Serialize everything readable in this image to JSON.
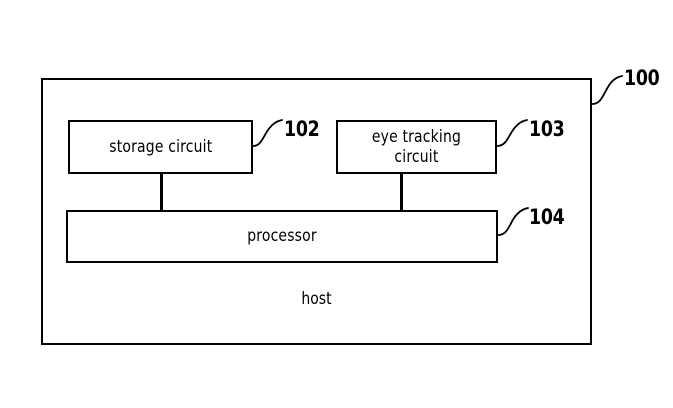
{
  "figure": {
    "type": "block-diagram",
    "background_color": "#ffffff",
    "line_color": "#000000",
    "outer_block": {
      "label": "host",
      "reference_numeral": "100"
    },
    "blocks": [
      {
        "id": "storage",
        "label": "storage  circuit",
        "reference_numeral": "102"
      },
      {
        "id": "eye-tracking",
        "label": "eye  tracking\ncircuit",
        "reference_numeral": "103"
      },
      {
        "id": "processor",
        "label": "processor",
        "reference_numeral": "104"
      }
    ],
    "connections": [
      {
        "from": "storage",
        "to": "processor"
      },
      {
        "from": "eye-tracking",
        "to": "processor"
      }
    ]
  }
}
